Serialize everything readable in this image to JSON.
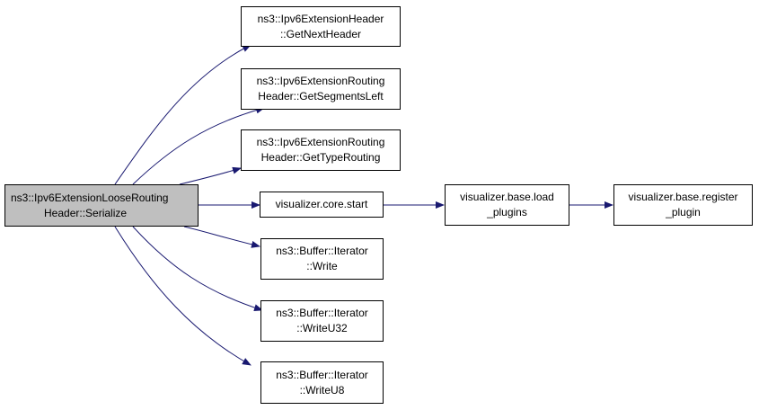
{
  "colors": {
    "edge": "#191970",
    "root_fill": "#bfbfbf",
    "node_fill": "#ffffff",
    "border": "#000000"
  },
  "nodes": {
    "root": {
      "line1": "ns3::Ipv6ExtensionLooseRouting",
      "line2": "Header::Serialize"
    },
    "get_next_header": {
      "line1": "ns3::Ipv6ExtensionHeader",
      "line2": "::GetNextHeader"
    },
    "get_segments_left": {
      "line1": "ns3::Ipv6ExtensionRouting",
      "line2": "Header::GetSegmentsLeft"
    },
    "get_type_routing": {
      "line1": "ns3::Ipv6ExtensionRouting",
      "line2": "Header::GetTypeRouting"
    },
    "core_start": {
      "line1": "visualizer.core.start"
    },
    "load_plugins": {
      "line1": "visualizer.base.load",
      "line2": "_plugins"
    },
    "register_plugin": {
      "line1": "visualizer.base.register",
      "line2": "_plugin"
    },
    "write": {
      "line1": "ns3::Buffer::Iterator",
      "line2": "::Write"
    },
    "write_u32": {
      "line1": "ns3::Buffer::Iterator",
      "line2": "::WriteU32"
    },
    "write_u8": {
      "line1": "ns3::Buffer::Iterator",
      "line2": "::WriteU8"
    }
  },
  "edges": [
    {
      "from": "root",
      "to": "get_next_header"
    },
    {
      "from": "root",
      "to": "get_segments_left"
    },
    {
      "from": "root",
      "to": "get_type_routing"
    },
    {
      "from": "root",
      "to": "core_start"
    },
    {
      "from": "root",
      "to": "write"
    },
    {
      "from": "root",
      "to": "write_u32"
    },
    {
      "from": "root",
      "to": "write_u8"
    },
    {
      "from": "core_start",
      "to": "load_plugins"
    },
    {
      "from": "load_plugins",
      "to": "register_plugin"
    }
  ]
}
